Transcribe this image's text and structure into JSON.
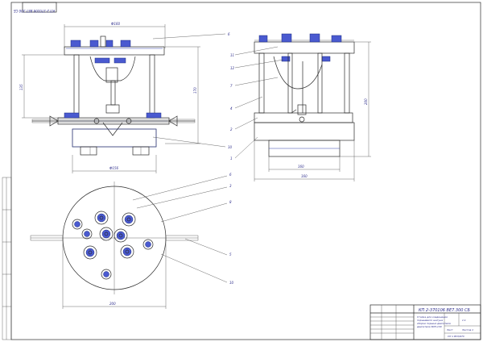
{
  "drawing": {
    "stamp_code": "КП 2-370106 ВЕ7.300 СБ",
    "mirror_code": "КП 2-370106 ВЕ7.300 СБ",
    "title_lines": [
      "Стойка для соединения",
      "поршневого шатуна",
      "сборки поршня двигателя",
      "двигателя ЗИЛ-130"
    ],
    "dimensions": {
      "top_width": "Ф160",
      "base_width": "Ф156",
      "height_left": "135",
      "height_right": "170",
      "plan_width": "200",
      "side_top": "160",
      "side_bottom": "160",
      "side_height": "200"
    },
    "part_numbers_front": [
      "6",
      "10"
    ],
    "part_numbers_side": [
      "11",
      "12",
      "7",
      "4",
      "2",
      "1"
    ],
    "part_numbers_plan": [
      "6",
      "3",
      "8",
      "5",
      "10"
    ],
    "sheet_info": {
      "scale": "1:1",
      "sheet": "Лист",
      "sheets": "Листов 1",
      "org": "СП 1 ВУЗ/КТС"
    }
  }
}
